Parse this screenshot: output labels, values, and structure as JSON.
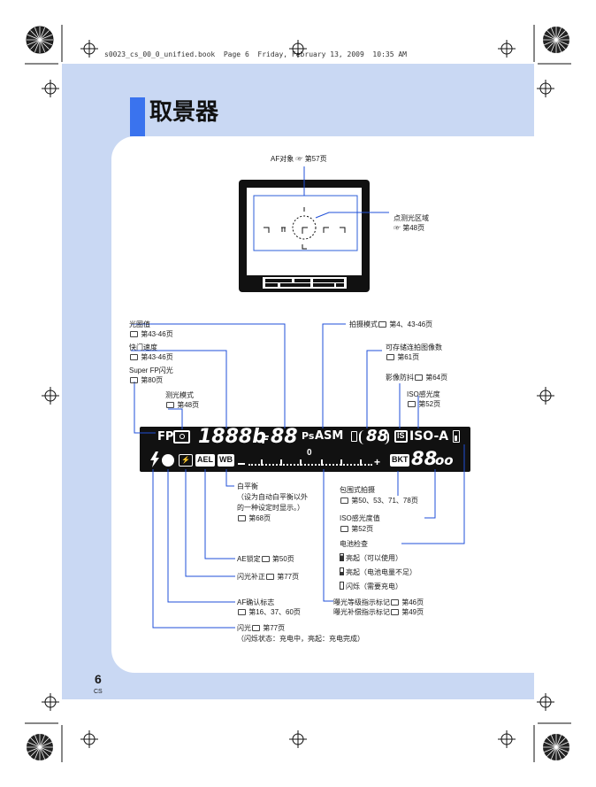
{
  "header": {
    "file_info": "s0023_cs_00_0_unified.book  Page 6  Friday, February 13, 2009  10:35 AM"
  },
  "page": {
    "title": "取景器",
    "number": "6",
    "lang": "CS"
  },
  "viewfinder": {
    "af_target": "AF对象 ☞ 第57页",
    "spot_area": "点测光区域",
    "spot_area_ref": "☞ 第48页"
  },
  "labels": {
    "aperture": "光圈值",
    "aperture_ref": "第43-46页",
    "shutter": "快门速度",
    "shutter_ref": "第43-46页",
    "super_fp": "Super FP闪光",
    "super_fp_ref": "第80页",
    "metering": "测光模式",
    "metering_ref": "第48页",
    "shoot_mode": "拍摄模式",
    "shoot_mode_ref": "第4、43-46页",
    "storable": "可存储连拍图像数",
    "storable_ref": "第61页",
    "is": "影像防抖",
    "is_ref": "第64页",
    "iso": "ISO感光度",
    "iso_ref": "第52页",
    "wb": "白平衡",
    "wb_note1": "（设为自动白平衡以外",
    "wb_note2": "的一种设定时显示。）",
    "wb_ref": "第68页",
    "bracket": "包围式拍摄",
    "bracket_ref": "第50、53、71、78页",
    "iso_value": "ISO感光度值",
    "iso_value_ref": "第52页",
    "battery": "电池检查",
    "battery_1": "亮起（可以使用）",
    "battery_2": "亮起（电池电量不足）",
    "battery_3": "闪烁（需要充电）",
    "ae_lock": "AE锁定",
    "ae_lock_ref": "第50页",
    "flash_comp": "闪光补正",
    "flash_comp_ref": "第77页",
    "af_confirm": "AF确认标志",
    "af_confirm_ref": "第16、37、60页",
    "exp_level": "曝光等级指示标记",
    "exp_level_ref": "第46页",
    "exp_comp": "曝光补偿指示标记",
    "exp_comp_ref": "第49页",
    "flash": "闪光",
    "flash_ref": "第77页",
    "flash_note": "（闪烁状态：充电中，亮起：充电完成）"
  },
  "lcd": {
    "fp": "FP",
    "shutter_digits": "1888b",
    "f_letter": "F",
    "aperture_digits": "88",
    "ps": "Ps",
    "asm": "ASM",
    "count_digits": "88",
    "is_badge": "IS",
    "iso_a": "ISO-A",
    "ael": "AEL",
    "wb": "WB",
    "scale_zero": "0",
    "bkt": "BKT",
    "iso_digits": "88",
    "oo": "oo"
  },
  "colors": {
    "accent_blue": "#3a73ee",
    "light_blue": "#c9d8f3",
    "leader_blue": "#1f4fd8",
    "lcd_black": "#111111"
  }
}
